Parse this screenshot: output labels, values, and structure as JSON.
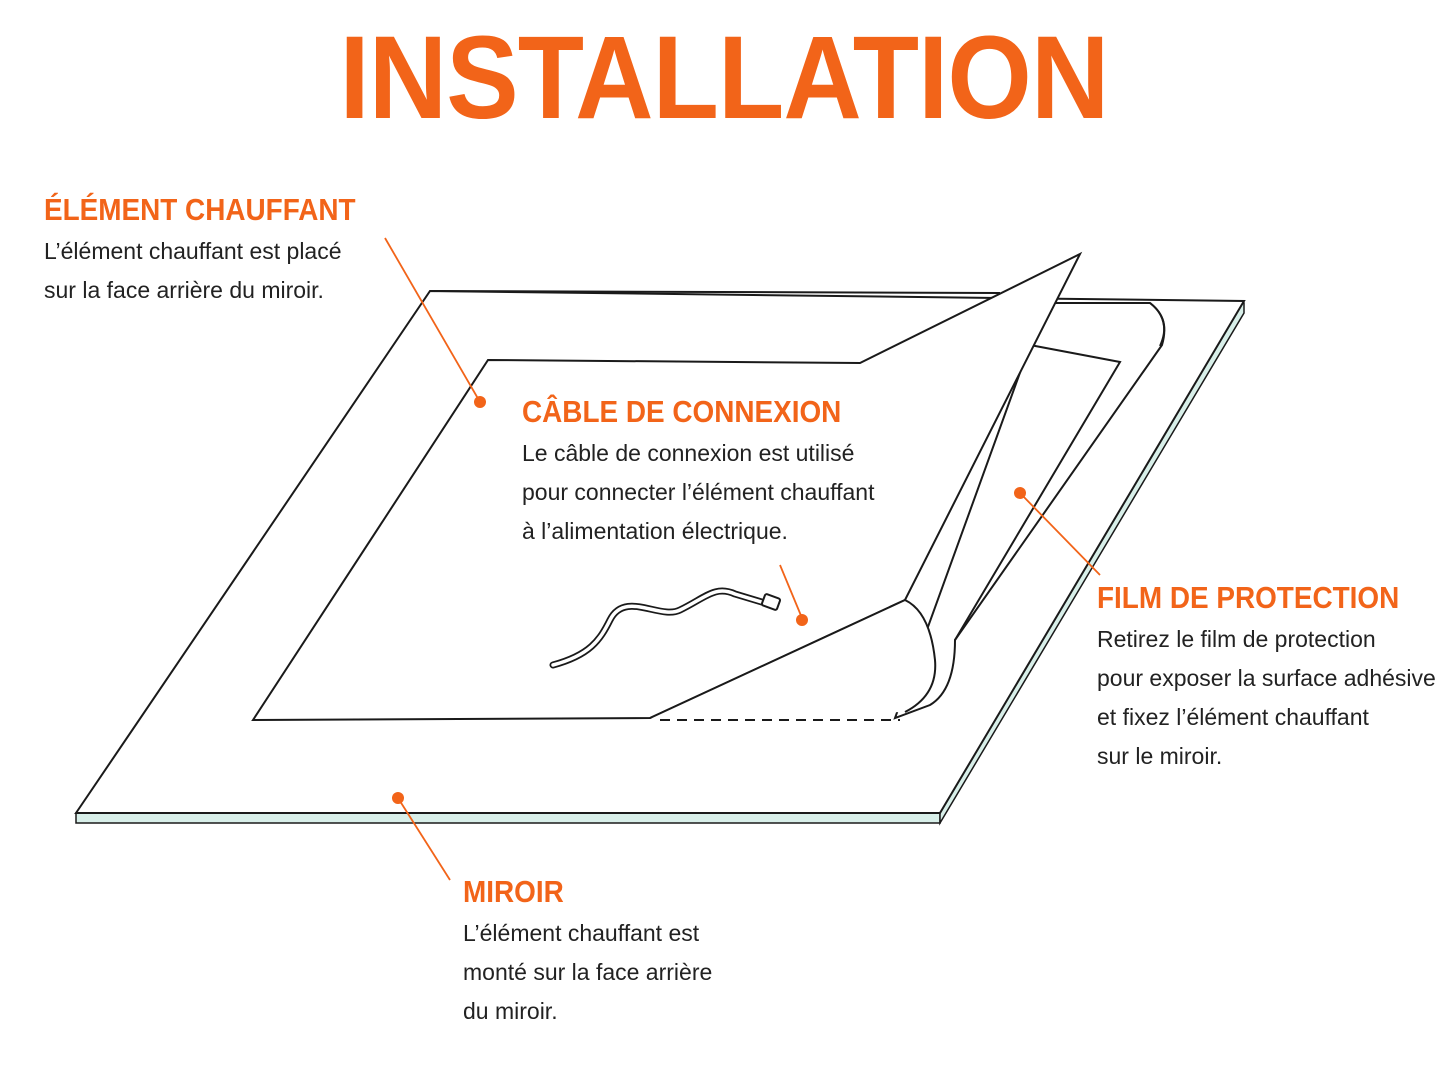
{
  "colors": {
    "accent": "#f26419",
    "line": "#1a1a1a",
    "mirror_edge": "#d8efe9"
  },
  "title": "INSTALLATION",
  "callouts": {
    "element": {
      "heading": "ÉLÉMENT CHAUFFANT",
      "lines": [
        "L’élément chauffant est placé",
        "sur la face arrière du miroir."
      ]
    },
    "cable": {
      "heading": "CÂBLE DE CONNEXION",
      "lines": [
        "Le câble de connexion est utilisé",
        "pour connecter l’élément chauffant",
        "à l’alimentation électrique."
      ]
    },
    "film": {
      "heading": "FILM DE PROTECTION",
      "lines": [
        "Retirez le film de protection",
        "pour exposer la surface adhésive",
        "et fixez l’élément chauffant",
        "sur le miroir."
      ]
    },
    "mirror": {
      "heading": "MIROIR",
      "lines": [
        "L’élément chauffant est",
        "monté sur la face arrière",
        "du miroir."
      ]
    }
  }
}
